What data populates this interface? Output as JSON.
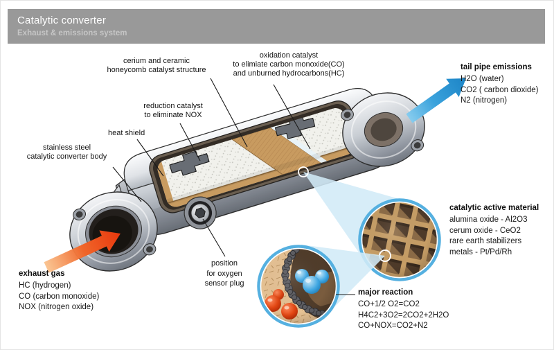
{
  "header": {
    "title": "Catalytic converter",
    "subtitle": "Exhaust & emissions system"
  },
  "callouts": {
    "cerium": "cerium and ceramic\nhoneycomb catalyst structure",
    "oxidation": "oxidation catalyst\nto elimiate carbon monoxide(CO)\nand unburned hydrocarbons(HC)",
    "reduction": "reduction catalyst\nto eliminate NOX",
    "heat_shield": "heat shield",
    "converter_body": "stainless steel\ncatalytic converter body",
    "oxygen_sensor": "position\nfor oxygen\nsensor plug"
  },
  "info_blocks": {
    "tail_pipe": {
      "heading": "tail pipe emissions",
      "lines": "H2O (water)\nCO2 ( carbon dioxide)\nN2 (nitrogen)"
    },
    "exhaust_gas": {
      "heading": "exhaust gas",
      "lines": "HC (hydrogen)\nCO (carbon monoxide)\nNOX (nitrogen oxide)"
    },
    "active_material": {
      "heading": "catalytic active material",
      "lines": "alumina oxide - Al2O3\ncerum oxide - CeO2\nrare earth stabilizers\nmetals - Pt/Pd/Rh"
    },
    "major_reaction": {
      "heading": "major reaction",
      "lines": "CO+1/2 O2=CO2\nH4C2+3O2=2CO2+2H2O\nCO+NOX=CO2+N2"
    }
  },
  "icons": {
    "inflow_arrow": "exhaust-inflow-arrow",
    "outflow_arrow": "tailpipe-outflow-arrow"
  },
  "colors": {
    "header_bg": "#999999",
    "inflow_red": "#E9380D",
    "outflow_blue": "#2293D2",
    "inset_ring_blue": "#55B0E0",
    "honeycomb_tan": "#C79A5F",
    "substrate_white": "#F1F1EC"
  }
}
